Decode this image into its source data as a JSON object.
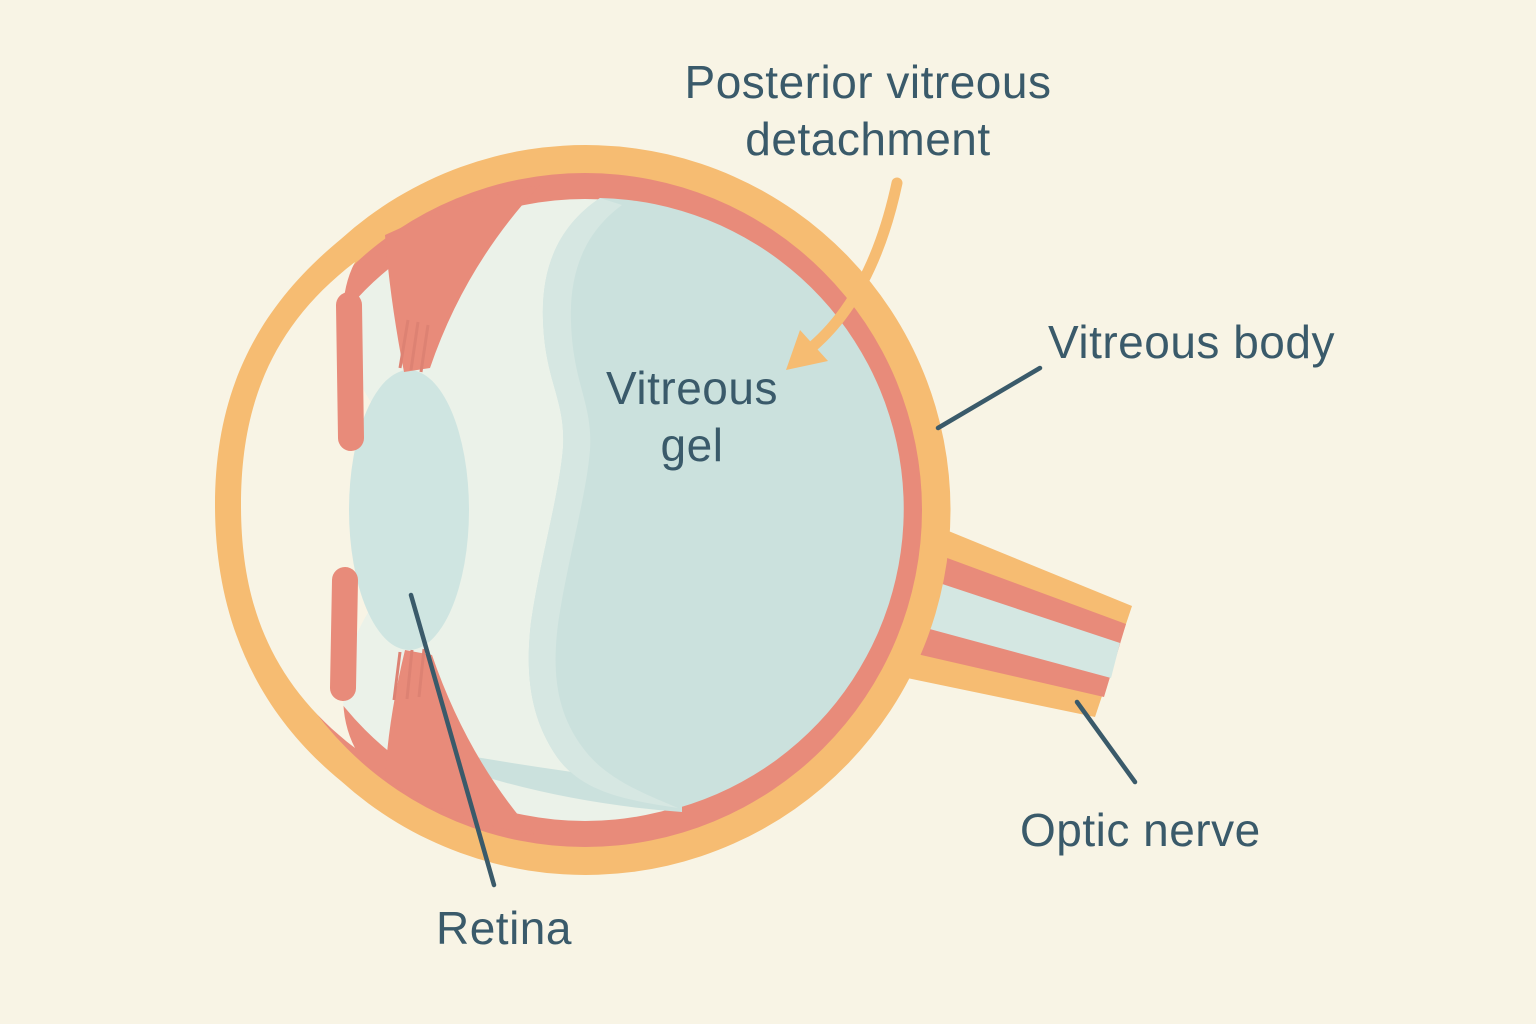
{
  "diagram": {
    "labels": {
      "posterior_vitreous_detachment": "Posterior vitreous detachment",
      "vitreous_gel": "Vitreous gel",
      "vitreous_body": "Vitreous body",
      "optic_nerve": "Optic nerve",
      "retina": "Retina"
    },
    "colors": {
      "background": "#f8f4e5",
      "sclera_orange": "#f6bc72",
      "choroid_retina_pink": "#e88b7a",
      "vitreous_gel_blue": "#cbe1dd",
      "gel_edge_light_blue": "#d6e7e2",
      "detached_interior_light": "#ebf2e9",
      "lens_blue": "#cfe5e1",
      "optic_nerve_core_blue": "#d4e7e2",
      "label_text_teal": "#3a5a6a"
    }
  }
}
